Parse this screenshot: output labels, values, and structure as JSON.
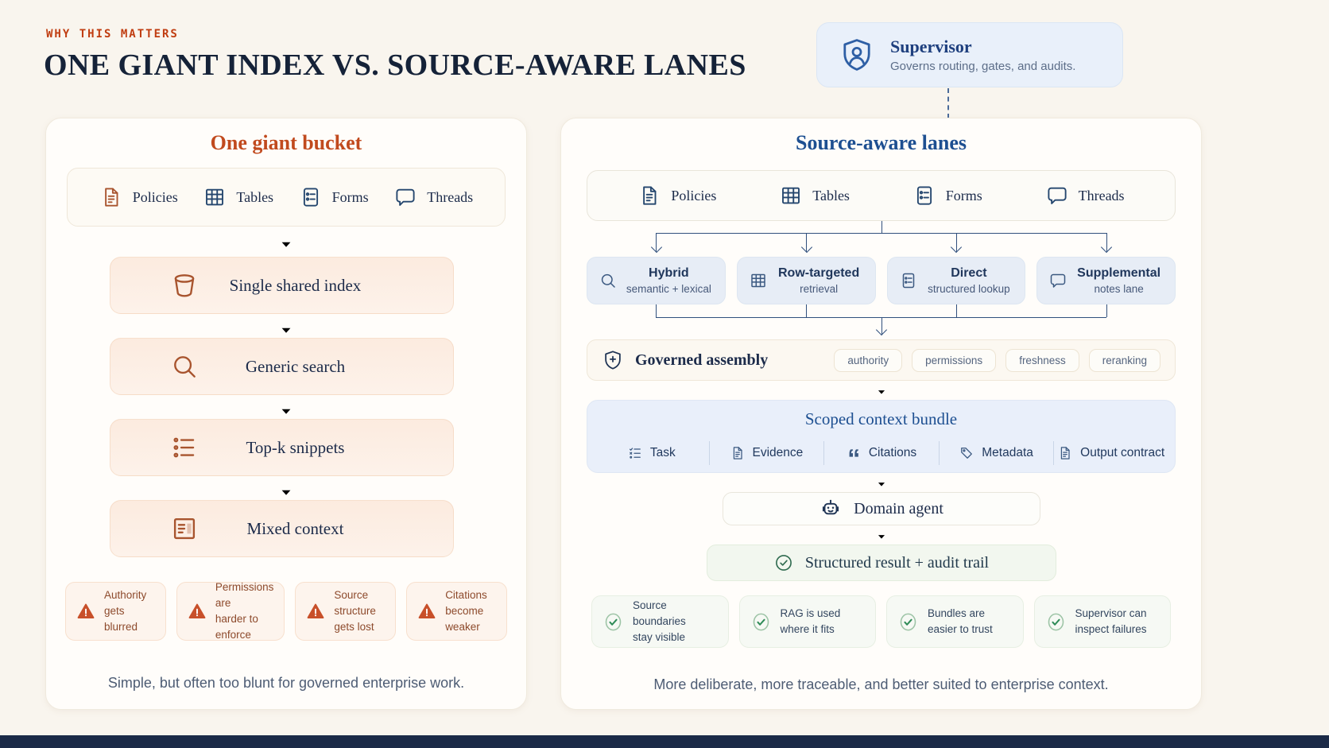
{
  "header": {
    "eyebrow": "WHY THIS MATTERS",
    "title": "ONE GIANT INDEX VS. SOURCE-AWARE LANES"
  },
  "supervisor": {
    "icon": "shield-user-icon",
    "title": "Supervisor",
    "subtitle": "Governs routing, gates, and audits."
  },
  "left": {
    "title": "One giant bucket",
    "sources": [
      {
        "label": "Policies",
        "icon": "document-icon"
      },
      {
        "label": "Tables",
        "icon": "table-icon"
      },
      {
        "label": "Forms",
        "icon": "form-icon"
      },
      {
        "label": "Threads",
        "icon": "chat-bubble-icon"
      }
    ],
    "flow": [
      {
        "label": "Single shared index",
        "icon": "bucket-icon"
      },
      {
        "label": "Generic search",
        "icon": "search-icon"
      },
      {
        "label": "Top-k snippets",
        "icon": "bullet-list-icon"
      },
      {
        "label": "Mixed context",
        "icon": "mixed-document-icon"
      }
    ],
    "warnings": [
      {
        "line1": "Authority",
        "line2": "gets blurred",
        "icon": "warning-triangle-icon"
      },
      {
        "line1": "Permissions are",
        "line2": "harder to enforce",
        "icon": "warning-triangle-icon"
      },
      {
        "line1": "Source structure",
        "line2": "gets lost",
        "icon": "warning-triangle-icon"
      },
      {
        "line1": "Citations",
        "line2": "become weaker",
        "icon": "warning-triangle-icon"
      }
    ],
    "footer": "Simple, but often too blunt for governed enterprise work."
  },
  "right": {
    "title": "Source-aware lanes",
    "sources": [
      {
        "label": "Policies",
        "icon": "document-icon"
      },
      {
        "label": "Tables",
        "icon": "table-icon"
      },
      {
        "label": "Forms",
        "icon": "form-icon"
      },
      {
        "label": "Threads",
        "icon": "chat-bubble-icon"
      }
    ],
    "lanes": [
      {
        "line1": "Hybrid",
        "line2": "semantic + lexical",
        "icon": "search-icon"
      },
      {
        "line1": "Row-targeted",
        "line2": "retrieval",
        "icon": "table-icon"
      },
      {
        "line1": "Direct",
        "line2": "structured lookup",
        "icon": "form-icon"
      },
      {
        "line1": "Supplemental",
        "line2": "notes lane",
        "icon": "chat-bubble-icon"
      }
    ],
    "assembly": {
      "label": "Governed assembly",
      "icon": "shield-plus-icon",
      "chips": [
        "authority",
        "permissions",
        "freshness",
        "reranking"
      ]
    },
    "bundle": {
      "title": "Scoped context bundle",
      "items": [
        {
          "label": "Task",
          "icon": "checklist-icon"
        },
        {
          "label": "Evidence",
          "icon": "document-icon"
        },
        {
          "label": "Citations",
          "icon": "quote-icon"
        },
        {
          "label": "Metadata",
          "icon": "tag-icon"
        },
        {
          "label": "Output contract",
          "icon": "document-icon"
        }
      ]
    },
    "agent": {
      "label": "Domain agent",
      "icon": "robot-icon"
    },
    "result": {
      "label": "Structured result + audit trail",
      "icon": "check-circle-icon"
    },
    "checks": [
      {
        "line1": "Source boundaries",
        "line2": "stay visible",
        "icon": "check-circle-icon"
      },
      {
        "line1": "RAG is used",
        "line2": "where it fits",
        "icon": "check-circle-icon"
      },
      {
        "line1": "Bundles are",
        "line2": "easier to trust",
        "icon": "check-circle-icon"
      },
      {
        "line1": "Supervisor can",
        "line2": "inspect failures",
        "icon": "check-circle-icon"
      }
    ],
    "footer": "More deliberate, more traceable, and better suited to enterprise context."
  },
  "colors": {
    "background": "#f9f5ee",
    "navy_text": "#1c2b4a",
    "accent_orange": "#c14a1e",
    "accent_blue": "#1d4f91",
    "peach_box": "#fcebdf",
    "lane_blue": "#e7edf6",
    "success_green": "#2e8b57",
    "warning_orange": "#c8502a",
    "bottom_bar": "#1b2a47"
  }
}
